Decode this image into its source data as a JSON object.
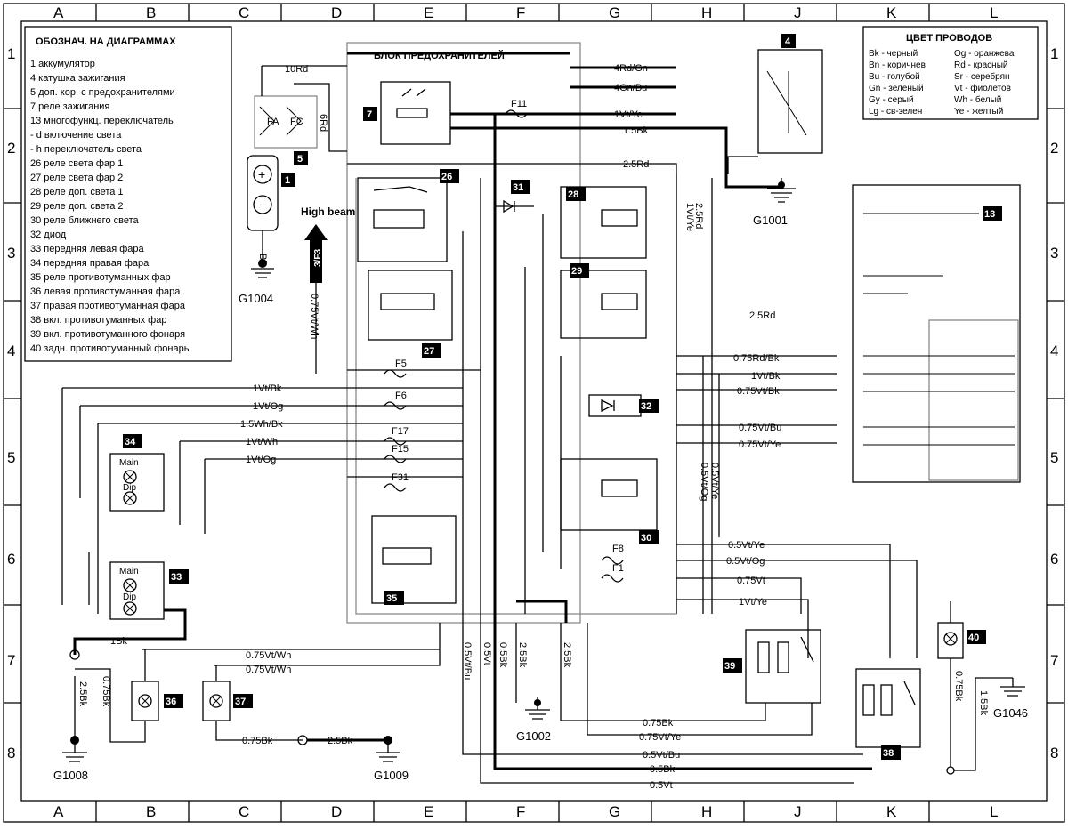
{
  "grid": {
    "columns": [
      "A",
      "B",
      "C",
      "D",
      "E",
      "F",
      "G",
      "H",
      "J",
      "K",
      "L"
    ],
    "rows": [
      "1",
      "2",
      "3",
      "4",
      "5",
      "6",
      "7",
      "8"
    ]
  },
  "legend": {
    "title": "ОБОЗНАЧ.  НА ДИАГРАММАХ",
    "items": [
      "1  аккумулятор",
      "4  катушка зажигания",
      "5 доп. кор. с предохранителями",
      "7 реле зажигания",
      "13 многофункц. переключатель",
      " - d включение света",
      " - h переключатель света",
      "26 реле света фар 1",
      "27 реле света фар 2",
      "28 реле доп. света 1",
      "29 реле доп. света 2",
      "30 реле ближнего света",
      "32 диод",
      "33 передняя левая фара",
      "34 передняя правая фара",
      "35 реле противотуманных фар",
      "36 левая противотуманная фара",
      "37 правая противотуманная фара",
      "38 вкл. противотуманных фар",
      "39 вкл. противотуманного фонаря",
      "40 задн. противотуманный фонарь"
    ]
  },
  "colors_legend": {
    "title": "ЦВЕТ ПРОВОДОВ",
    "left": [
      "Bk - черный",
      "Bn - коричнев",
      "Bu - голубой",
      "Gn - зеленый",
      "Gy - серый",
      "Lg - св-зелен"
    ],
    "right": [
      "Og - оранжева",
      "Rd - красный",
      "Sr - серебрян",
      "Vt - фиолетов",
      "Wh - белый",
      "Ye - желтый"
    ]
  },
  "fuse_box_title": "БЛОК ПРЕДОХРАНИТЕЛЕЙ",
  "high_beam": "High beam",
  "high_beam_ref": "3/F3",
  "components": [
    "1",
    "4",
    "5",
    "7",
    "13",
    "26",
    "27",
    "28",
    "29",
    "30",
    "31",
    "32",
    "33",
    "34",
    "35",
    "36",
    "37",
    "38",
    "39",
    "40"
  ],
  "fuses": [
    "FA",
    "FC",
    "F11",
    "F5",
    "F6",
    "F17",
    "F15",
    "F31",
    "F8",
    "F1"
  ],
  "lamp_labels": {
    "main": "Main",
    "dip": "Dip"
  },
  "grounds": [
    "G1001",
    "G1004",
    "G1008",
    "G1009",
    "G1002",
    "G1046"
  ],
  "wires": {
    "w10rd": "10Rd",
    "w6rd": "6Rd",
    "w4rdgn": "4Rd/Gn",
    "w4gnbu": "4Gn/Bu",
    "w1vtye": "1Vt/Ye",
    "w15bk": "1.5Bk",
    "w25rd": "2.5Rd",
    "w1vtye_v": "1Vt/Ye",
    "w25rd_v": "2.5Rd",
    "w25rd_r": "2.5Rd",
    "w1bk_bat": "1Bk",
    "w075vtwh_v": "0.75Vt/Wh",
    "w1vtbk": "1Vt/Bk",
    "w1vtog": "1Vt/Og",
    "w15whbk": "1.5Wh/Bk",
    "w1vtwh": "1Vt/Wh",
    "w1vtog2": "1Vt/Og",
    "w075rdbk": "0.75Rd/Bk",
    "w1vtbk_r": "1Vt/Bk",
    "w075vtbk": "0.75Vt/Bk",
    "w075vtbu": "0.75Vt/Bu",
    "w075vtye": "0.75Vt/Ye",
    "w05vtye_v": "0.5Vt/Ye",
    "w05vtog_v": "0.5Vt/Og",
    "w05vtye": "0.5Vt/Ye",
    "w05vtog": "0.5Vt/Og",
    "w075vt": "0.75Vt",
    "w1vtye_b": "1Vt/Ye",
    "w1bk": "1Bk",
    "w25bk_a": "2.5Bk",
    "w075bk_a": "0.75Bk",
    "w075vtwh1": "0.75Vt/Wh",
    "w075vtwh2": "0.75Vt/Wh",
    "w075bk_c": "0.75Bk",
    "w25bk_c": "2.5Bk",
    "w05vtbu_v": "0.5Vt/Bu",
    "w05vt_v": "0.5Vt",
    "w05bk_v": "0.5Bk",
    "w25bk_v": "2.5Bk",
    "w25bk_v2": "2.5Bk",
    "w075bk_b": "0.75Bk",
    "w075vtye_b": "0.75Vt/Ye",
    "w05vtbu_b": "0.5Vt/Bu",
    "w05bk_b": "0.5Bk",
    "w05vt_b": "0.5Vt",
    "w075bk_k": "0.75Bk",
    "w15bk_l": "1.5Bk"
  }
}
